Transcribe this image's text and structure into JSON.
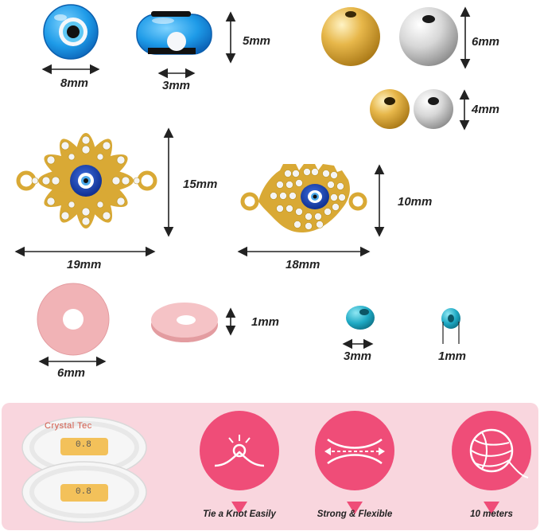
{
  "measurements": {
    "evil_eye_diameter": "8mm",
    "evil_eye_thickness": "3mm",
    "evil_eye_height": "5mm",
    "metal_bead_large": "6mm",
    "metal_bead_small": "4mm",
    "sun_charm_height": "15mm",
    "sun_charm_width": "19mm",
    "hamsa_charm_height": "10mm",
    "hamsa_charm_width": "18mm",
    "clay_disc_diameter": "6mm",
    "clay_disc_thickness": "1mm",
    "seed_bead_diameter": "3mm",
    "seed_bead_hole": "1mm"
  },
  "spool": {
    "brand": "Crystal Tec",
    "size_label": "0.8"
  },
  "features": [
    {
      "caption": "Tie a Knot Easily",
      "icon": "knot-icon"
    },
    {
      "caption": "Strong & Flexible",
      "icon": "stretch-icon"
    },
    {
      "caption": "10 meters",
      "icon": "yarn-ball-icon"
    }
  ],
  "colors": {
    "panel_bg": "#f9d6de",
    "feature_circle": "#ef4d78",
    "evil_eye_blue": "#1e9be8",
    "gold": "#d9a935",
    "silver": "#c9c9c9",
    "clay_pink": "#f1b3b6",
    "turquoise": "#1ea9c4"
  }
}
